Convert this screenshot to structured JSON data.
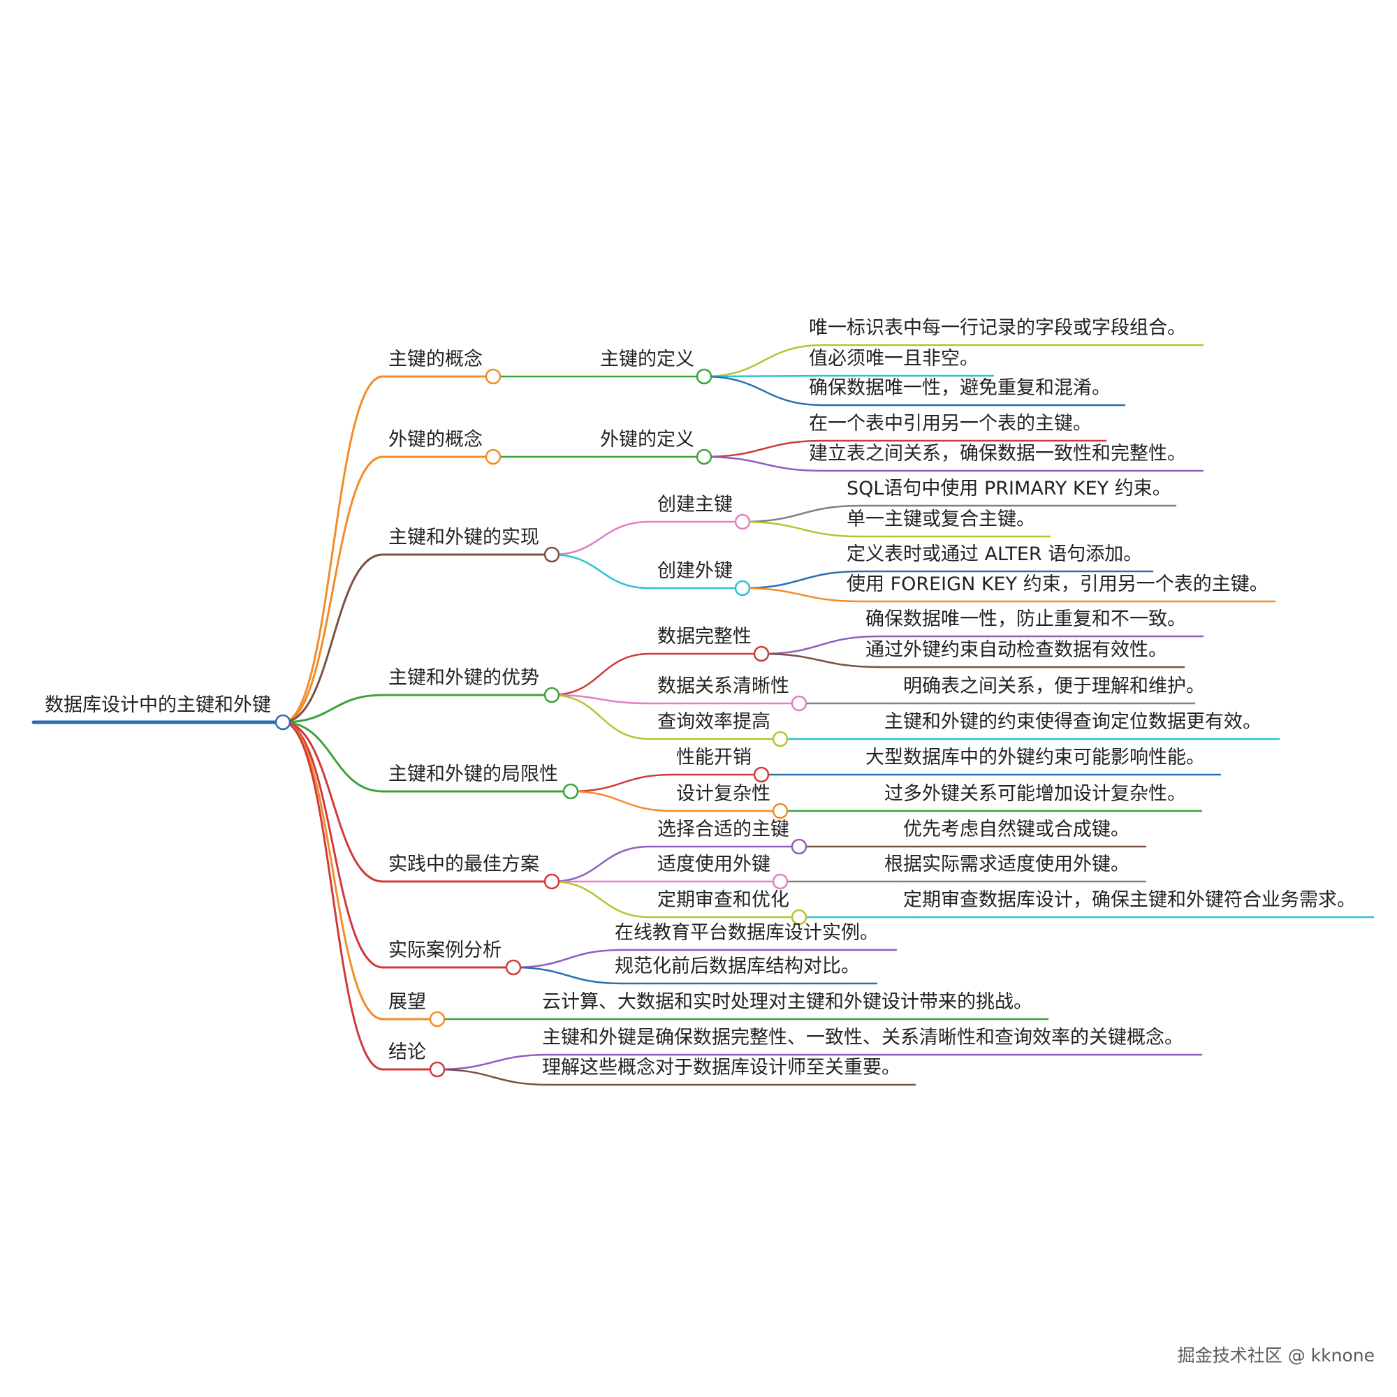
{
  "root": {
    "label": "数据库设计中的主键和外键",
    "color": "#2b6cb0",
    "children": [
      {
        "label": "主键的概念",
        "color": "#f28c28",
        "children": [
          {
            "label": "主键的定义",
            "color": "#3aa33a",
            "children": [
              {
                "label": "唯一标识表中每一行记录的字段或字段组合。",
                "color": "#b5c42e"
              },
              {
                "label": "值必须唯一且非空。",
                "color": "#2cc3d6"
              },
              {
                "label": "确保数据唯一性，避免重复和混淆。",
                "color": "#2a6fb0"
              }
            ]
          }
        ]
      },
      {
        "label": "外键的概念",
        "color": "#f28c28",
        "children": [
          {
            "label": "外键的定义",
            "color": "#3aa33a",
            "children": [
              {
                "label": "在一个表中引用另一个表的主键。",
                "color": "#d03a3a"
              },
              {
                "label": "建立表之间关系，确保数据一致性和完整性。",
                "color": "#8e5fbf"
              }
            ]
          }
        ]
      },
      {
        "label": "主键和外键的实现",
        "color": "#7a5040",
        "children": [
          {
            "label": "创建主键",
            "color": "#e27fc4",
            "children": [
              {
                "label": "SQL语句中使用 PRIMARY KEY 约束。",
                "color": "#808080"
              },
              {
                "label": "单一主键或复合主键。",
                "color": "#b5c42e"
              }
            ]
          },
          {
            "label": "创建外键",
            "color": "#2cc3d6",
            "children": [
              {
                "label": "定义表时或通过 ALTER 语句添加。",
                "color": "#2a6fb0"
              },
              {
                "label": "使用 FOREIGN KEY 约束，引用另一个表的主键。",
                "color": "#f28c28"
              }
            ]
          }
        ]
      },
      {
        "label": "主键和外键的优势",
        "color": "#3aa33a",
        "children": [
          {
            "label": "数据完整性",
            "color": "#d03a3a",
            "children": [
              {
                "label": "确保数据唯一性，防止重复和不一致。",
                "color": "#8e5fbf"
              },
              {
                "label": "通过外键约束自动检查数据有效性。",
                "color": "#7a5040"
              }
            ]
          },
          {
            "label": "数据关系清晰性",
            "color": "#e27fc4",
            "children": [
              {
                "label": "明确表之间关系，便于理解和维护。",
                "color": "#808080"
              }
            ]
          },
          {
            "label": "查询效率提高",
            "color": "#b5c42e",
            "children": [
              {
                "label": "主键和外键的约束使得查询定位数据更有效。",
                "color": "#2cc3d6"
              }
            ]
          }
        ]
      },
      {
        "label": "主键和外键的局限性",
        "color": "#3aa33a",
        "children": [
          {
            "label": "性能开销",
            "color": "#d03a3a",
            "children": [
              {
                "label": "大型数据库中的外键约束可能影响性能。",
                "color": "#2a6fb0"
              }
            ]
          },
          {
            "label": "设计复杂性",
            "color": "#f28c28",
            "children": [
              {
                "label": "过多外键关系可能增加设计复杂性。",
                "color": "#3aa33a"
              }
            ]
          }
        ]
      },
      {
        "label": "实践中的最佳方案",
        "color": "#d03a3a",
        "children": [
          {
            "label": "选择合适的主键",
            "color": "#8e5fbf",
            "children": [
              {
                "label": "优先考虑自然键或合成键。",
                "color": "#7a5040"
              }
            ]
          },
          {
            "label": "适度使用外键",
            "color": "#e27fc4",
            "children": [
              {
                "label": "根据实际需求适度使用外键。",
                "color": "#808080"
              }
            ]
          },
          {
            "label": "定期审查和优化",
            "color": "#b5c42e",
            "children": [
              {
                "label": "定期审查数据库设计，确保主键和外键符合业务需求。",
                "color": "#2cc3d6"
              }
            ]
          }
        ]
      },
      {
        "label": "实际案例分析",
        "color": "#d03a3a",
        "children": [
          {
            "label": "在线教育平台数据库设计实例。",
            "color": "#8e5fbf"
          },
          {
            "label": "规范化前后数据库结构对比。",
            "color": "#2a6fb0"
          }
        ]
      },
      {
        "label": "展望",
        "color": "#f28c28",
        "children": [
          {
            "label": "云计算、大数据和实时处理对主键和外键设计带来的挑战。",
            "color": "#3aa33a"
          }
        ]
      },
      {
        "label": "结论",
        "color": "#d03a3a",
        "children": [
          {
            "label": "主键和外键是确保数据完整性、一致性、关系清晰性和查询效率的关键概念。",
            "color": "#8e5fbf"
          },
          {
            "label": "理解这些概念对于数据库设计师至关重要。",
            "color": "#7a5040"
          }
        ]
      }
    ]
  },
  "watermark": "掘金技术社区 @ kknone"
}
